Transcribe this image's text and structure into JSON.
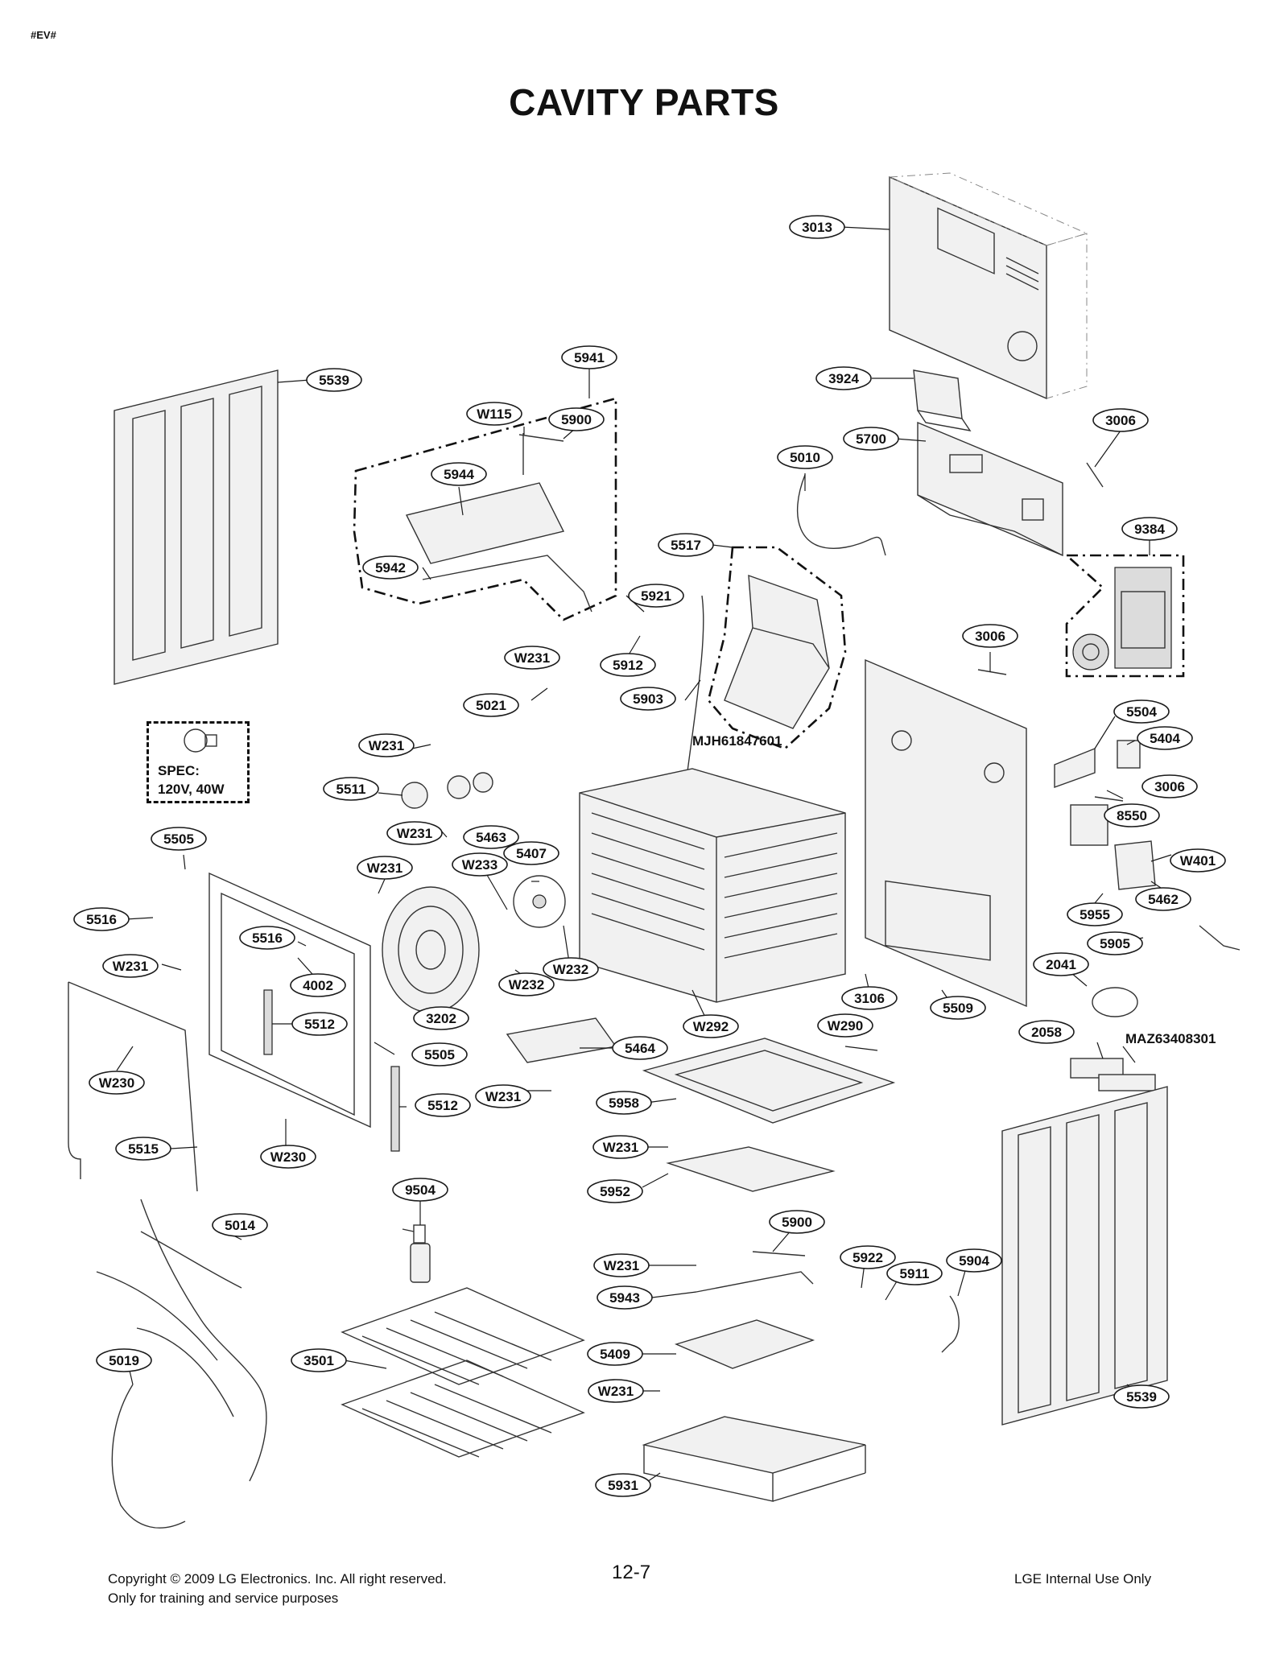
{
  "header_tag": "#EV#",
  "title": "CAVITY PARTS",
  "spec": {
    "line1": "SPEC:",
    "line2": "120V, 40W"
  },
  "part_numbers": {
    "p3013": "3013",
    "p3924": "3924",
    "p5700": "5700",
    "p3006_a": "3006",
    "p9384": "9384",
    "p5539_left": "5539",
    "p5941": "5941",
    "pW115": "W115",
    "p5900_top": "5900",
    "p5944": "5944",
    "p5010": "5010",
    "p5942": "5942",
    "p5517": "5517",
    "p5921": "5921",
    "p5912": "5912",
    "pW231_a": "W231",
    "p3006_b": "3006",
    "p5021": "5021",
    "p5903": "5903",
    "pMJH": "MJH61847601",
    "p5504": "5504",
    "p5404": "5404",
    "pW231_b": "W231",
    "p5511": "5511",
    "p3006_c": "3006",
    "p8550": "8550",
    "pW231_c": "W231",
    "p5463": "5463",
    "p5505_a": "5505",
    "pW401": "W401",
    "pW231_d": "W231",
    "pW233": "W233",
    "p5407": "5407",
    "p5462": "5462",
    "p5955": "5955",
    "p5516_a": "5516",
    "p5516_b": "5516",
    "p5905": "5905",
    "pW231_e": "W231",
    "p4002": "4002",
    "pW232_a": "W232",
    "pW232_b": "W232",
    "p2041": "2041",
    "p3106": "3106",
    "p5509": "5509",
    "p5512_a": "5512",
    "p3202": "3202",
    "pW292": "W292",
    "pW290": "W290",
    "p2058": "2058",
    "pMAZ": "MAZ63408301",
    "p5464": "5464",
    "pW230_a": "W230",
    "p5505_b": "5505",
    "pW231_f": "W231",
    "p5958": "5958",
    "p5512_b": "5512",
    "p5515": "5515",
    "pW230_b": "W230",
    "pW231_g": "W231",
    "p9504": "9504",
    "p5952": "5952",
    "p5014": "5014",
    "p5900_bottom": "5900",
    "p5922": "5922",
    "p5904": "5904",
    "pW231_h": "W231",
    "p5911": "5911",
    "p5943": "5943",
    "p5019": "5019",
    "p3501": "3501",
    "p5409": "5409",
    "pW231_i": "W231",
    "p5539_right": "5539",
    "p5931": "5931"
  },
  "footer": {
    "copyright": "Copyright © 2009 LG Electronics. Inc. All right reserved.",
    "training": "Only for training and service purposes",
    "page_number": "12-7",
    "internal": "LGE Internal Use Only"
  },
  "colors": {
    "ink": "#111111",
    "paper": "#ffffff",
    "line": "#333333"
  }
}
